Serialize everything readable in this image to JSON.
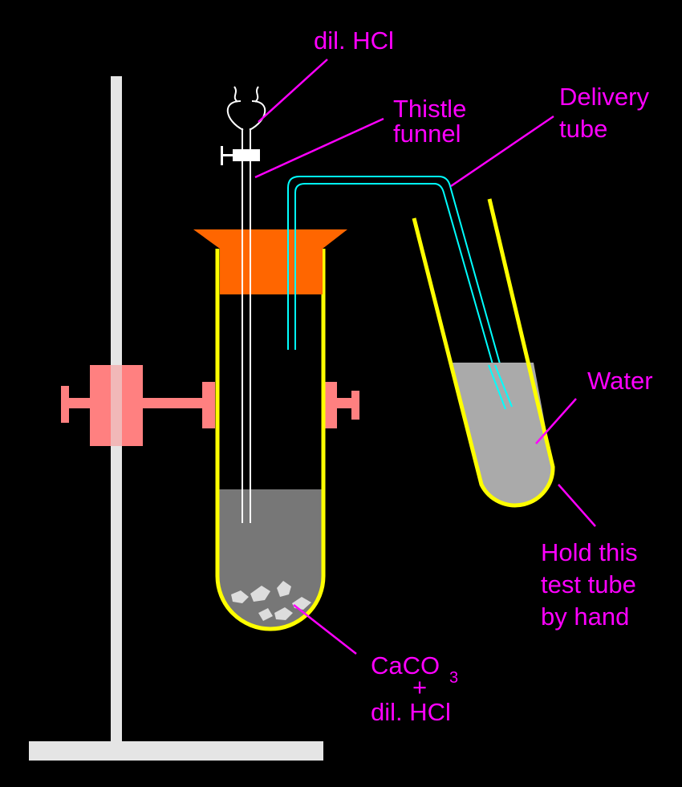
{
  "labels": {
    "hcl_top": "dil. HCl",
    "thistle": [
      "Thistle",
      "funnel"
    ],
    "delivery": [
      "Delivery",
      "tube"
    ],
    "water": "Water",
    "hold": [
      "Hold this",
      "test tube",
      "by hand"
    ],
    "caco3_main": "CaCO",
    "caco3_sub": "3",
    "plus": "+",
    "hcl_bottom": "dil. HCl"
  },
  "colors": {
    "background": "#000000",
    "label": "#ff00ff",
    "stand": "#e5e5e5",
    "clamp": "#ff8080",
    "stopper": "#ff6600",
    "test_tube": "#ffff00",
    "delivery_tube": "#00ffff",
    "acid_liquid": "#777777",
    "water": "#aaaaaa",
    "marble_chips": "#dddddd",
    "funnel_glass": "#ffffff"
  }
}
